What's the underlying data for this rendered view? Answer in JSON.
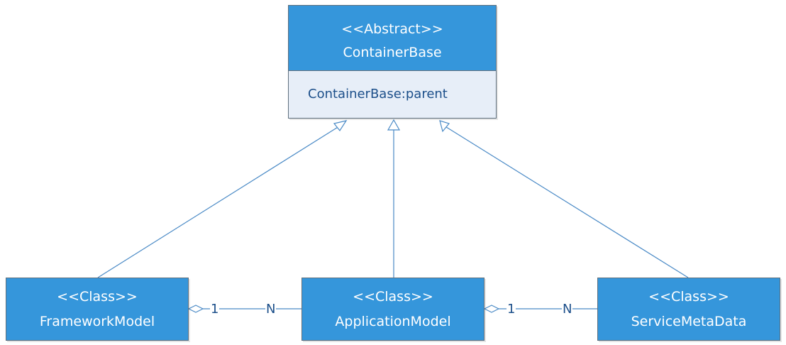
{
  "abstract_class": {
    "stereotype": "<<Abstract>>",
    "name": "ContainerBase",
    "attribute": "ContainerBase:parent"
  },
  "classes": [
    {
      "stereotype": "<<Class>>",
      "name": "FrameworkModel"
    },
    {
      "stereotype": "<<Class>>",
      "name": "ApplicationModel"
    },
    {
      "stereotype": "<<Class>>",
      "name": "ServiceMetaData"
    }
  ],
  "associations": [
    {
      "from_multiplicity": "1",
      "to_multiplicity": "N"
    },
    {
      "from_multiplicity": "1",
      "to_multiplicity": "N"
    }
  ],
  "colors": {
    "class_fill": "#3596db",
    "attribute_fill": "#e7eef8",
    "line": "#4a8ac6",
    "label_text": "#1c4f8a"
  }
}
